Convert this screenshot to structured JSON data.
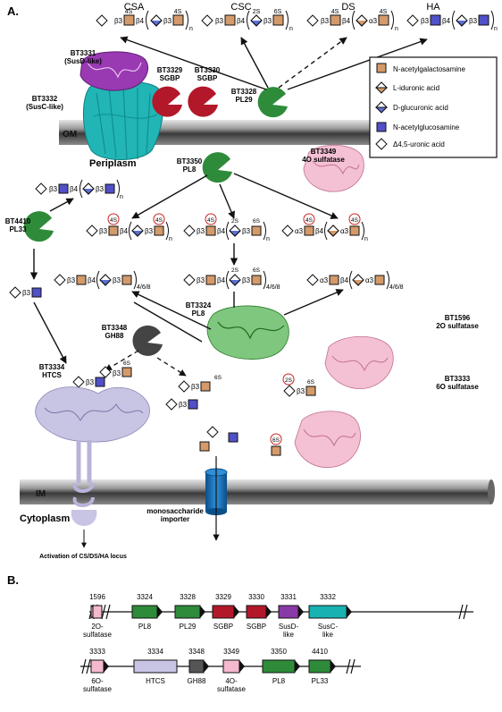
{
  "panel_a": {
    "label": "A.",
    "columns": {
      "csa": "CSA",
      "csc": "CSC",
      "ds": "DS",
      "ha": "HA"
    },
    "top": {
      "csa_s": "4S",
      "csc_s1": "2S",
      "csc_s2": "6S",
      "ds_s": "4S",
      "n": "n"
    },
    "legend": {
      "galnac": "N-acetylgalactosamine",
      "idoa": "L-iduronic acid",
      "glca": "D-glucuronic acid",
      "glcnac": "N-acetylglucosamine",
      "delta": "Δ4,5-uronic acid"
    },
    "proteins": {
      "bt3331": "BT3331",
      "bt3331_sub": "(SusD-like)",
      "bt3332": "BT3332",
      "bt3332_sub": "(SusC-like)",
      "bt3329": "BT3329",
      "bt3329_sub": "SGBP",
      "bt3330": "BT3330",
      "bt3330_sub": "SGBP",
      "bt3328": "BT3328",
      "bt3328_sub": "PL29",
      "bt3349": "BT3349",
      "bt3349_sub": "4O sulfatase",
      "bt3350": "BT3350",
      "bt3350_sub": "PL8",
      "bt4410": "BT4410",
      "bt4410_sub": "PL33",
      "bt3324": "BT3324",
      "bt3324_sub": "PL8",
      "bt1596": "BT1596",
      "bt1596_sub": "2O sulfatase",
      "bt3348": "BT3348",
      "bt3348_sub": "GH88",
      "bt3333": "BT3333",
      "bt3333_sub": "6O sulfatase",
      "bt3334": "BT3334",
      "bt3334_sub": "HTCS"
    },
    "membranes": {
      "om": "OM",
      "im": "IM"
    },
    "compartments": {
      "periplasm": "Periplasm",
      "cytoplasm": "Cytoplasm"
    },
    "importer": {
      "line1": "monosaccharide",
      "line2": "importer"
    },
    "activation": "Activation of CS/DS/HA locus",
    "linkages": {
      "b3": "β3",
      "b4": "β4",
      "a3": "α3"
    },
    "sulfates": {
      "s4": "4S",
      "s2": "2S",
      "s6": "6S"
    },
    "sizes": "4/6/8"
  },
  "panel_b": {
    "label": "B.",
    "row1": {
      "ids": [
        "1596",
        "3324",
        "3328",
        "3329",
        "3330",
        "3331",
        "3332"
      ],
      "labels": [
        "2O-",
        "sulfatase",
        "PL8",
        "PL29",
        "SGBP",
        "SGBP",
        "SusD-",
        "like",
        "SusC-",
        "like"
      ]
    },
    "row2": {
      "ids": [
        "3333",
        "3334",
        "3348",
        "3349",
        "3350",
        "4410"
      ],
      "labels": [
        "6O-",
        "sulfatase",
        "HTCS",
        "GH88",
        "4O-",
        "sulfatase",
        "PL8",
        "PL33"
      ]
    }
  },
  "colors": {
    "galnac": "#d49a6a",
    "glcnac": "#5050c8",
    "pl_green": "#2e8b3a",
    "sgbp_red": "#b3182a",
    "gh88_gray": "#444444",
    "susd_purple": "#8a3aa8",
    "susc_teal": "#18b2b2",
    "sulfatase_pink": "#f4b8cf",
    "htcs_lavender": "#c8c4e4",
    "sulfate_ring": "#cc2222"
  }
}
